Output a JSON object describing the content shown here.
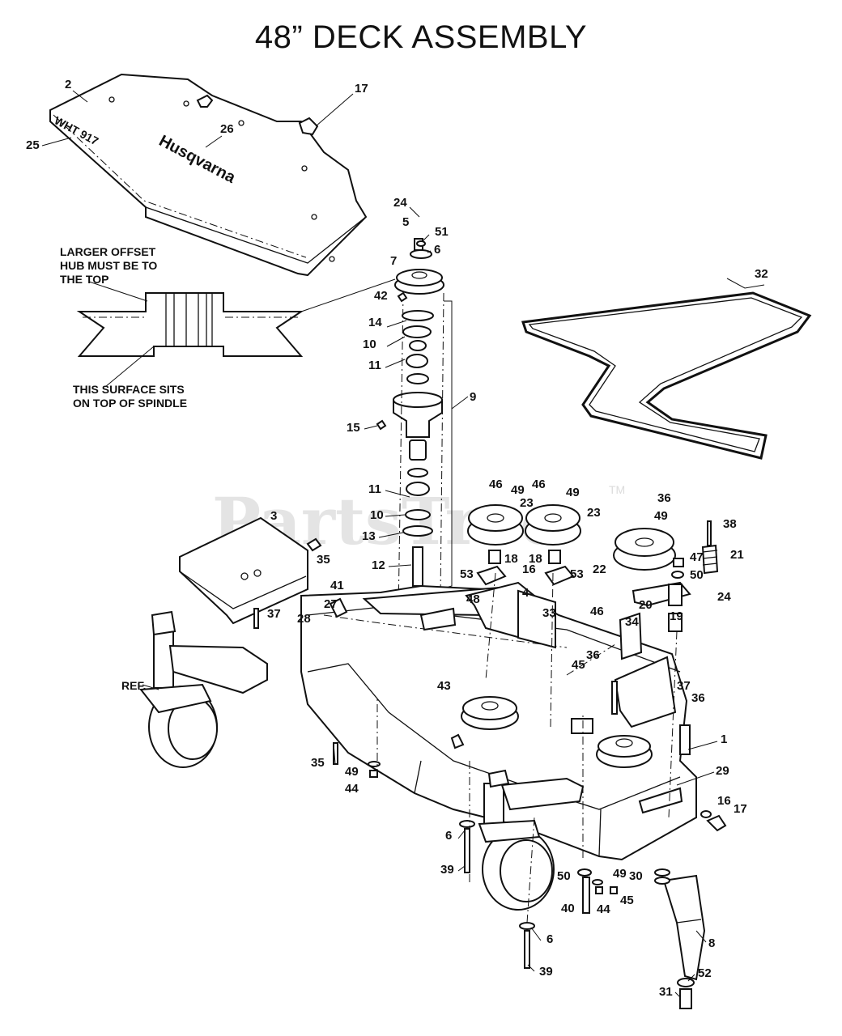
{
  "title": "48” DECK ASSEMBLY",
  "watermark": {
    "text": "PartsTree",
    "tm": "TM"
  },
  "notes": {
    "hub_note": "LARGER OFFSET HUB MUST BE TO THE TOP",
    "hub_note_lines": [
      "LARGER OFFSET",
      "HUB MUST BE TO",
      "THE TOP"
    ],
    "surface_note_lines": [
      "THIS SURFACE SITS",
      "ON TOP OF SPINDLE"
    ]
  },
  "decals": {
    "brand": "Husqvarna",
    "model": "WHT 917"
  },
  "ref_label": "REF.",
  "callouts": [
    "2",
    "17",
    "26",
    "25",
    "24",
    "5",
    "51",
    "6",
    "7",
    "42",
    "14",
    "10",
    "11",
    "9",
    "15",
    "32",
    "11",
    "10",
    "13",
    "12",
    "3",
    "35",
    "46",
    "49",
    "46",
    "49",
    "23",
    "23",
    "36",
    "49",
    "38",
    "18",
    "18",
    "16",
    "53",
    "53",
    "4",
    "47",
    "21",
    "50",
    "22",
    "41",
    "27",
    "48",
    "33",
    "20",
    "24",
    "28",
    "37",
    "46",
    "34",
    "19",
    "43",
    "45",
    "36",
    "37",
    "36",
    "1",
    "35",
    "49",
    "44",
    "29",
    "16",
    "17",
    "6",
    "39",
    "50",
    "49",
    "30",
    "45",
    "40",
    "44",
    "8",
    "6",
    "39",
    "52",
    "31"
  ]
}
